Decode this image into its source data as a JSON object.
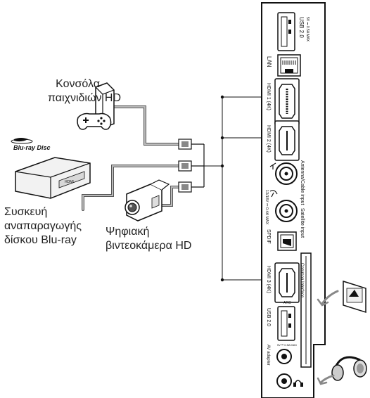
{
  "devices": {
    "console_line1": "Κονσόλα",
    "console_line2": "παιχνιδιών HD",
    "bluray_line1": "Συσκευή",
    "bluray_line2": "αναπαραγωγής",
    "bluray_line3": "δίσκου Blu-ray",
    "camcorder_line1": "Ψηφιακή",
    "camcorder_line2": "βιντεοκάμερα HD",
    "bluray_logo": "Blu-ray Disc",
    "bluray_port": "HDMI"
  },
  "tv_panel": {
    "ports": {
      "usb1": "USB 2.0",
      "usb1_rating": "5V ⎓ 0.5A MAX",
      "lan": "LAN",
      "hdmi1": "HDMI 1 (4K)",
      "hdmi2": "HDMI 2 (4K)",
      "antenna": "Antenna/Cable input",
      "satellite": "Satellite input",
      "sat_rating": "13/18V ⎓ 0.4A MAX",
      "spdif": "SPDIF",
      "hdmi3": "HDMI 3 (4K)",
      "arc": "ARC",
      "common_interface": "Common Interface",
      "usb2": "USB 2.0",
      "usb2_rating": "5V ⎓ 0.5A MAX",
      "av_adapter": "AV adapter"
    }
  }
}
